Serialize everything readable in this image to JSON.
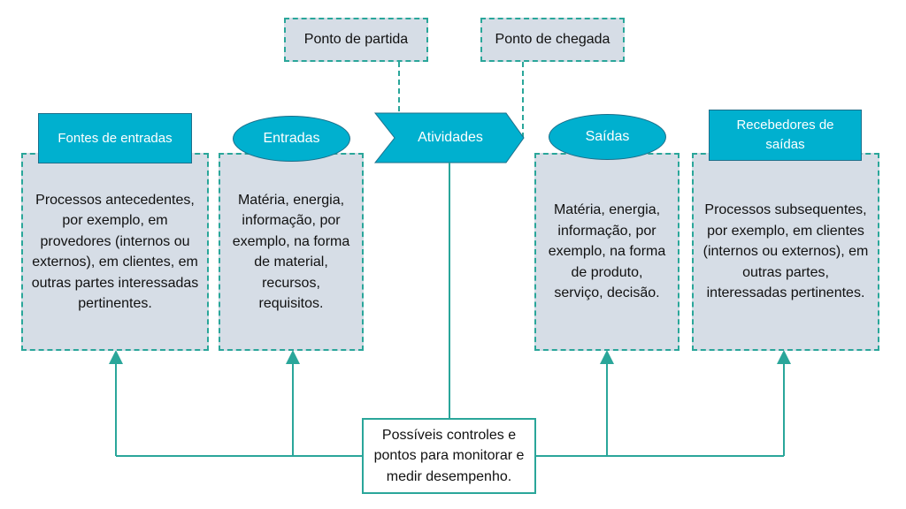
{
  "colors": {
    "accent_fill": "#00b0cf",
    "box_fill": "#d6dde6",
    "connector": "#2aa69a"
  },
  "points": {
    "start": "Ponto de partida",
    "end": "Ponto de chegada"
  },
  "headers": {
    "input_sources": "Fontes de entradas",
    "inputs": "Entradas",
    "activities": "Atividades",
    "outputs": "Saídas",
    "output_receivers": "Recebedores de saídas"
  },
  "boxes": {
    "input_sources": "Processos antecedentes, por exemplo, em provedores (internos ou externos), em clientes, em outras partes interessadas pertinentes.",
    "inputs": "Matéria, energia, informação, por exemplo, na forma de material, recursos, requisitos.",
    "outputs": "Matéria, energia, informação, por exemplo, na forma de produto, serviço, decisão.",
    "output_receivers": "Processos subsequentes, por exemplo, em clientes (internos ou externos), em outras partes, interessadas pertinentes."
  },
  "controls": "Possíveis controles e pontos para monitorar e medir desempenho."
}
